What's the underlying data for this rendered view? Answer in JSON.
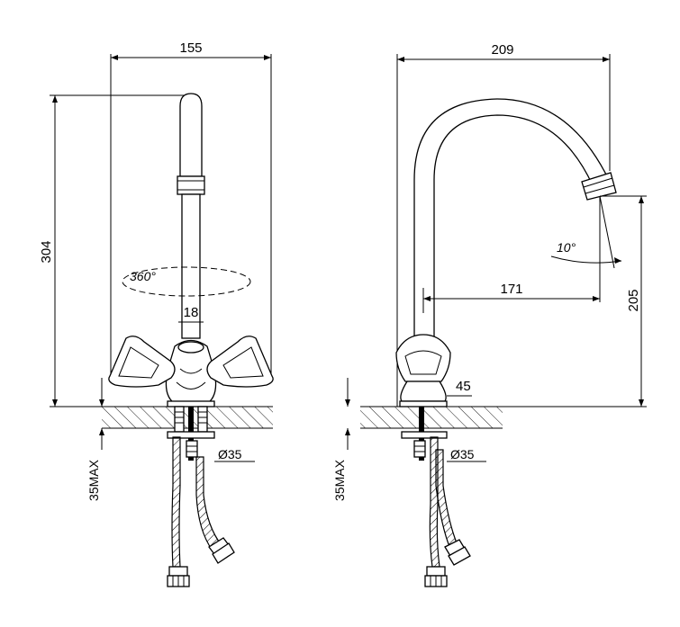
{
  "left_view": {
    "width_label": "155",
    "height_label": "304",
    "rotation_label": "360°",
    "spout_diameter_label": "18",
    "hole_label": "Ø35",
    "max_thickness_label": "35MAX"
  },
  "right_view": {
    "width_label": "209",
    "outlet_height_label": "205",
    "reach_label": "171",
    "angle_label": "10°",
    "base_label": "45",
    "hole_label": "Ø35",
    "max_thickness_label": "35MAX"
  }
}
